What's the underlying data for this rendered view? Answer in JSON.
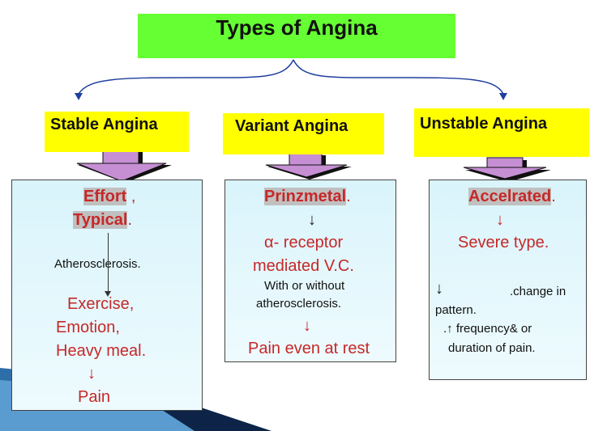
{
  "title": "Types of Angina",
  "types": [
    {
      "label": "Stable Angina",
      "lines": {
        "hl1": "Effort",
        "sep1": " ,",
        "hl2": "Typical",
        "sep2": ".",
        "cause": "Atherosclerosis.",
        "trig1": "Exercise,",
        "trig2": "Emotion,",
        "trig3": "Heavy meal.",
        "arrow": "↓",
        "result": "Pain"
      }
    },
    {
      "label": "Variant Angina",
      "lines": {
        "hl1": "Prinzmetal",
        "sep1": ".",
        "arrow1": "↓",
        "mech1": "α- receptor",
        "mech2": "mediated V.C.",
        "note1": "With or without",
        "note2": "atherosclerosis.",
        "arrow2": "↓",
        "result": "Pain even at rest"
      }
    },
    {
      "label": "Unstable Angina",
      "lines": {
        "hl1": "Accelrated",
        "sep1": ".",
        "arrow1": "↓",
        "severity": "Severe type.",
        "arrow2": "↓",
        "change": ".change in",
        "pattern": "pattern.",
        "freq": ".↑ frequency& or",
        "duration": "duration of pain."
      }
    }
  ],
  "colors": {
    "title_box": "#66ff33",
    "type_box": "#ffff00",
    "arrow_fill": "#c68fd4",
    "connector": "#1f3f9f",
    "text_red": "#c62828"
  }
}
